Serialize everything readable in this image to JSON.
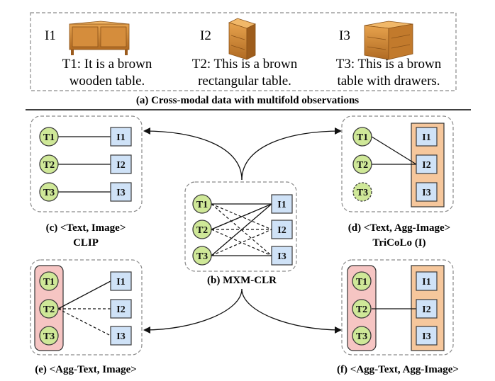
{
  "top": {
    "images": [
      {
        "id": "I1",
        "caption_line1": "T1: It is a brown",
        "caption_line2": "wooden table."
      },
      {
        "id": "I2",
        "caption_line1": "T2: This is a brown",
        "caption_line2": "rectangular table."
      },
      {
        "id": "I3",
        "caption_line1": "T3: This is a brown",
        "caption_line2": "table with drawers."
      }
    ],
    "caption": "(a) Cross-modal data with multifold observations"
  },
  "nodes": {
    "t1": "T1",
    "t2": "T2",
    "t3": "T3",
    "i1": "I1",
    "i2": "I2",
    "i3": "I3"
  },
  "panels": {
    "c": {
      "line1": "(c) <Text, Image>",
      "line2": "CLIP"
    },
    "b": {
      "line1": "(b) MXM-CLR"
    },
    "d": {
      "line1": "(d) <Text, Agg-Image>",
      "line2": "TriCoLo (I)"
    },
    "e": {
      "line1": "(e) <Agg-Text, Image>"
    },
    "f": {
      "line1": "(f) <Agg-Text, Agg-Image>"
    }
  },
  "colors": {
    "text_node": "#cfe898",
    "image_node": "#cfe2f7",
    "agg_text": "#f6c5c3",
    "agg_image": "#f6c79c"
  }
}
